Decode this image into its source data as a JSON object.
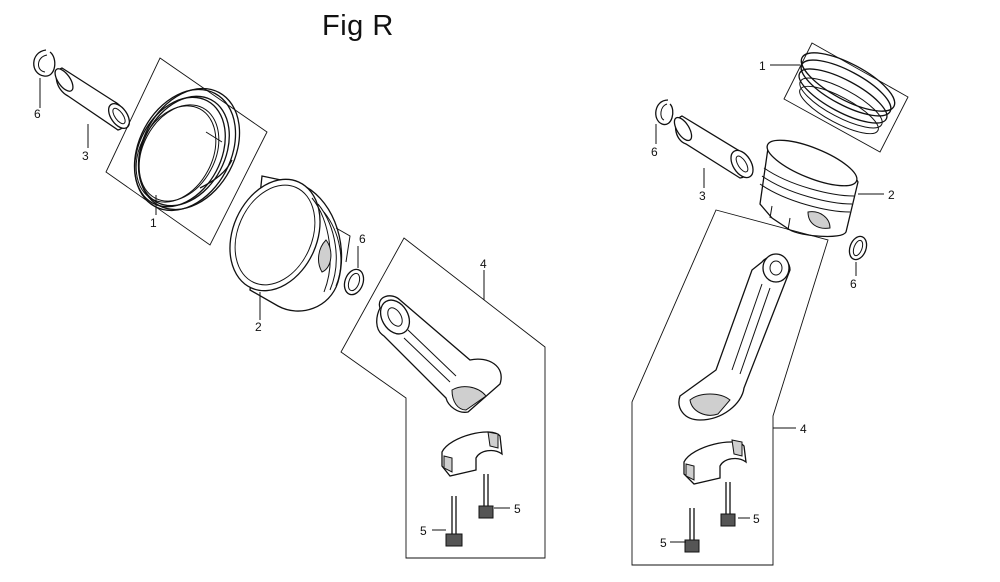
{
  "figure": {
    "title": "Fig R"
  },
  "callouts": {
    "left": {
      "piston_rings": "1",
      "piston": "2",
      "piston_pin": "3",
      "connecting_rod": "4",
      "rod_bolt_a": "5",
      "rod_bolt_b": "5",
      "pin_clip_a": "6",
      "pin_clip_b": "6"
    },
    "right": {
      "piston_rings": "1",
      "piston": "2",
      "piston_pin": "3",
      "connecting_rod": "4",
      "rod_bolt_a": "5",
      "rod_bolt_b": "5",
      "pin_clip_a": "6",
      "pin_clip_b": "6"
    }
  }
}
